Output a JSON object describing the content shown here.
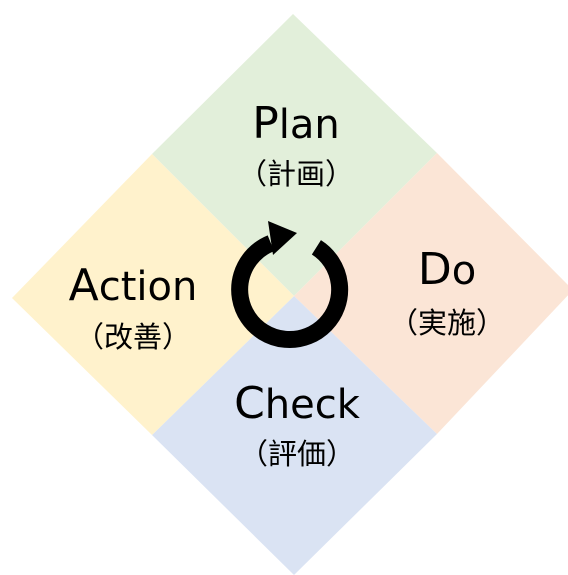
{
  "quadrants": {
    "plan": {
      "first": "P",
      "rest": "lan",
      "sub": "（計画）",
      "color": "#e2efda"
    },
    "do": {
      "first": "D",
      "rest": "o",
      "sub": "（実施）",
      "color": "#fbe5d6"
    },
    "check": {
      "first": "C",
      "rest": "heck",
      "sub": "（評価）",
      "color": "#dae3f3"
    },
    "action": {
      "first": "A",
      "rest": "ction",
      "sub": "（改善）",
      "color": "#fff2cc"
    }
  },
  "cycle_icon": {
    "name": "cycle-arrow-icon",
    "color": "#000000"
  }
}
